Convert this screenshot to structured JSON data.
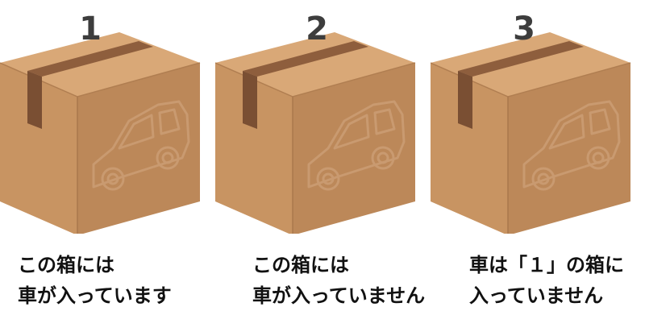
{
  "colors": {
    "box_top": "#D9A877",
    "box_left": "#C89462",
    "box_right": "#B9855A",
    "tape": "#8E5E3D",
    "tape_shadow": "#6F462C",
    "car_outline": "#C99A70",
    "text": "#111111",
    "number": "#3D3D3D"
  },
  "boxes": [
    {
      "number": "1",
      "statement_line_1": "この箱には",
      "statement_line_2": "車が入っています"
    },
    {
      "number": "2",
      "statement_line_1": "この箱には",
      "statement_line_2": "車が入っていません"
    },
    {
      "number": "3",
      "statement_line_1": "車は「１」の箱に",
      "statement_line_2": "入っていません"
    }
  ]
}
